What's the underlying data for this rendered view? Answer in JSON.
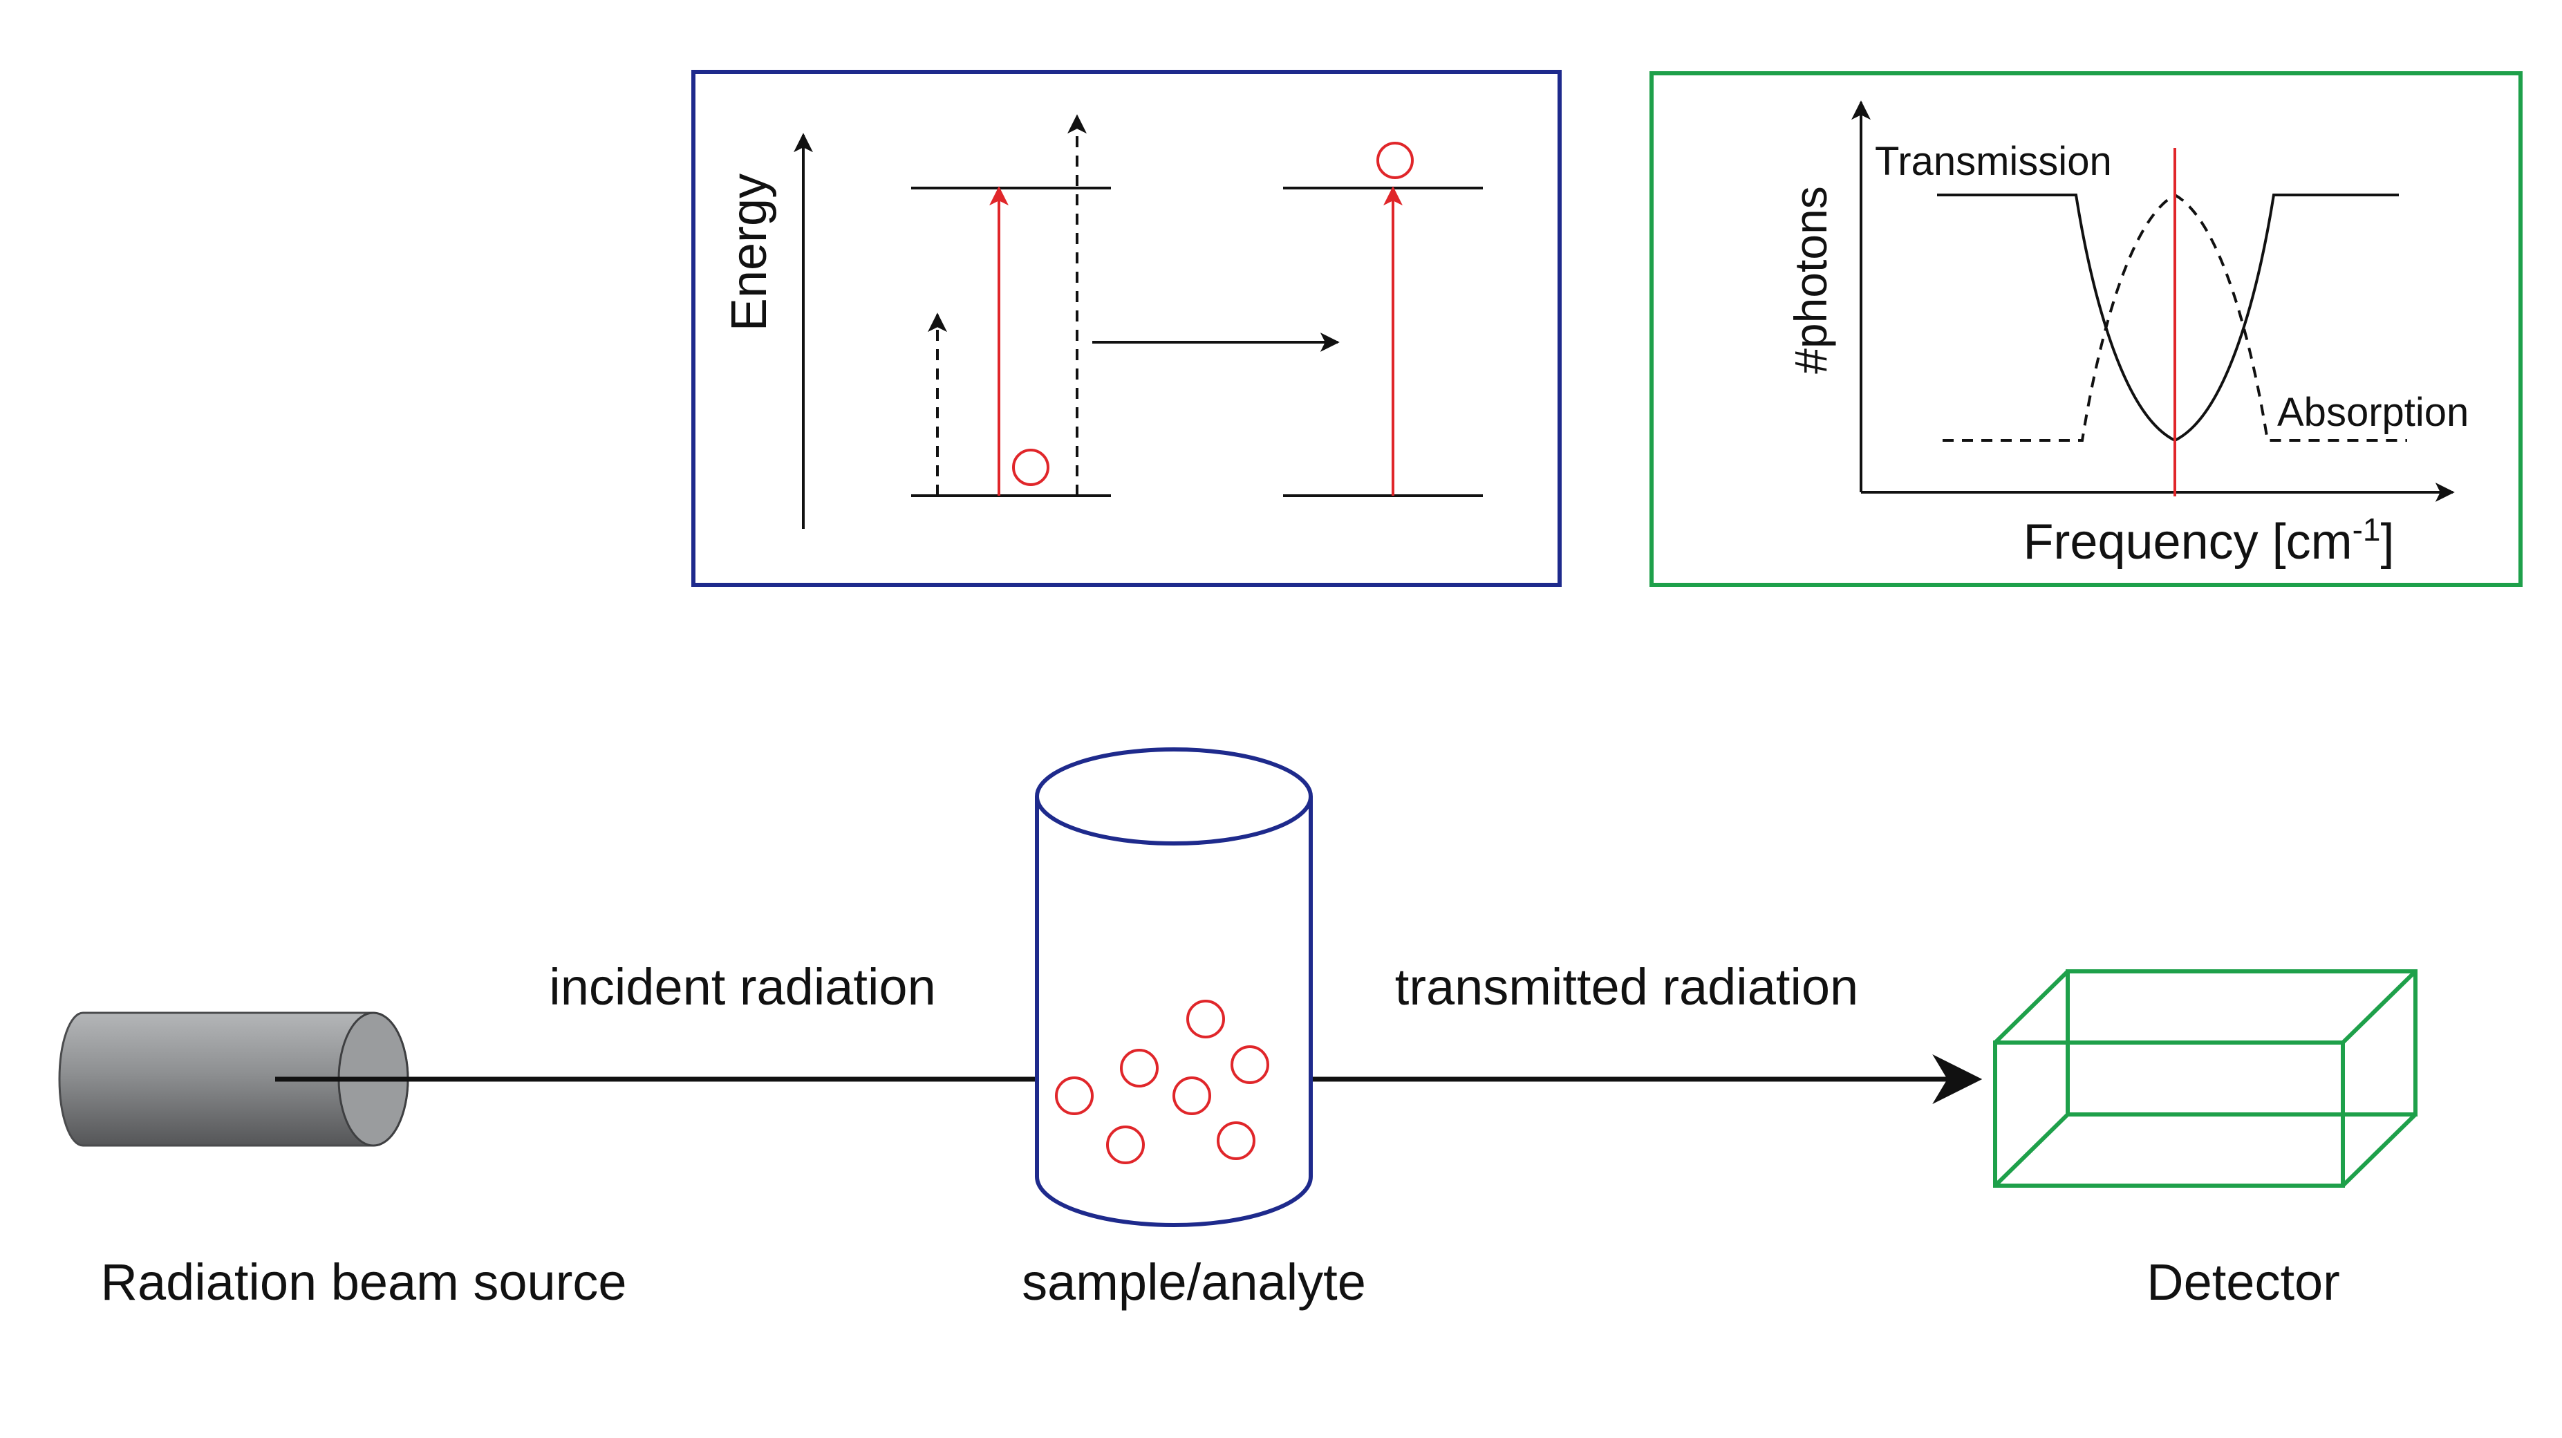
{
  "colors": {
    "energy_box": "#1e2a8c",
    "spectrum_box": "#1ea04a",
    "transition": "#e0262a",
    "sample": "#1e2a8c",
    "detector": "#1ea04a",
    "ink": "#111111"
  },
  "energy_diagram": {
    "axis_label": "Energy"
  },
  "spectrum_plot": {
    "y_label": "#photons",
    "x_label": "Frequency [cm",
    "x_label_sup": "-1",
    "x_label_close": "]",
    "series_transmission": "Transmission",
    "series_absorption": "Absorption"
  },
  "setup": {
    "source_label": "Radiation beam source",
    "incident_label": "incident radiation",
    "sample_label": "sample/analyte",
    "transmitted_label": "transmitted radiation",
    "detector_label": "Detector"
  }
}
